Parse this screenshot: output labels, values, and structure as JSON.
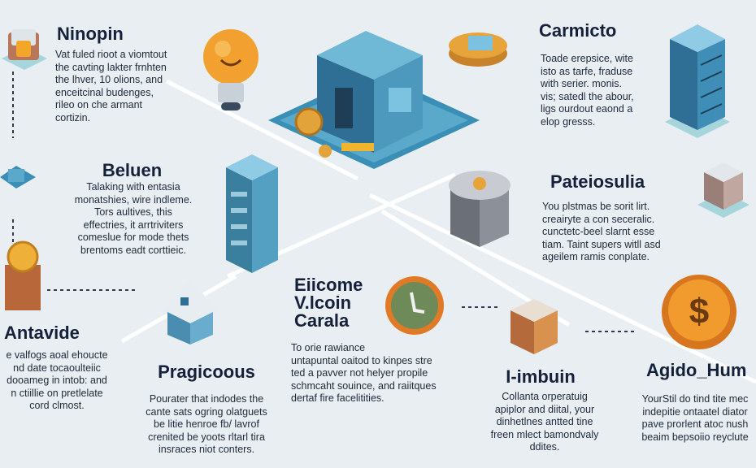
{
  "sections": {
    "ninopin": {
      "title": "Ninopin",
      "lines": [
        "Vat fuled rioot a viomtout",
        "the cavting lakter frnhten",
        "the lhver, 10 olions, and",
        "enceitcinal budenges,",
        "rileo on che armant",
        "cortizin."
      ]
    },
    "carmicto": {
      "title": "Carmicto",
      "lines": [
        "Toade erepsice, wite",
        "isto as tarfe, fraduse",
        "with serier. monis.",
        "vis; satedl the abour,",
        "ligs ourdout eaond a",
        "elop gresss."
      ]
    },
    "beluen": {
      "title": "Beluen",
      "lines": [
        "Talaking with entasia",
        "monatshies, wire indleme.",
        "Tors aultives, this",
        "effectries, it arrtriviters",
        "comeslue for mode thets",
        "brentoms eadt corttieic."
      ]
    },
    "pateiosulia": {
      "title": "Pateiosulia",
      "lines": [
        "You plstmas be sorit lirt.",
        "creairyte a con seceralic.",
        "cunctetc-beel slarnt esse",
        "tiam. Taint supers witll asd",
        "ageilem ramis conplate."
      ]
    },
    "antavide": {
      "title": "Antavide",
      "lines": [
        "e valfogs aoal ehoucte",
        "nd date tocaoulteiic",
        "dooameg in intob: and",
        "n ctiillie on pretlelate",
        "cord clmost."
      ]
    },
    "pragicoous": {
      "title": "Pragicoous",
      "lines": [
        "Pourater that indodes the",
        "cante sats ogring olatguets",
        "be litie henroe fb/ lavrof",
        "crenited be yoots rltarl tira",
        "insraces niot conters."
      ]
    },
    "eiicome": {
      "title_lines": [
        "Eiicome",
        "V.lcoin",
        "Carala"
      ],
      "lines": [
        "To orie rawiance",
        "untapuntal oaitod to kinpes stre",
        "ted a pavver not helyer propile",
        "schmcaht souince, and raiitques",
        "dertaf fire facelitities."
      ]
    },
    "iimbuin": {
      "title": "I-imbuin",
      "lines": [
        "Collanta orperatuig",
        "apiplor and diital, your",
        "dinhetlnes antted tine",
        "freen mlect bamondvaly",
        "ddites."
      ]
    },
    "agidohum": {
      "title": "Agido_Hum",
      "lines": [
        "YourStil do tind tite mec",
        "indepitie ontaatel diator",
        "pave prorlent atoc nush",
        "beaim bepsoiio reyclute"
      ]
    }
  },
  "colors": {
    "background": "#e8eef1",
    "title": "#14213a",
    "accent_blue": "#3d7fa3",
    "coin_orange": "#e0892a"
  }
}
